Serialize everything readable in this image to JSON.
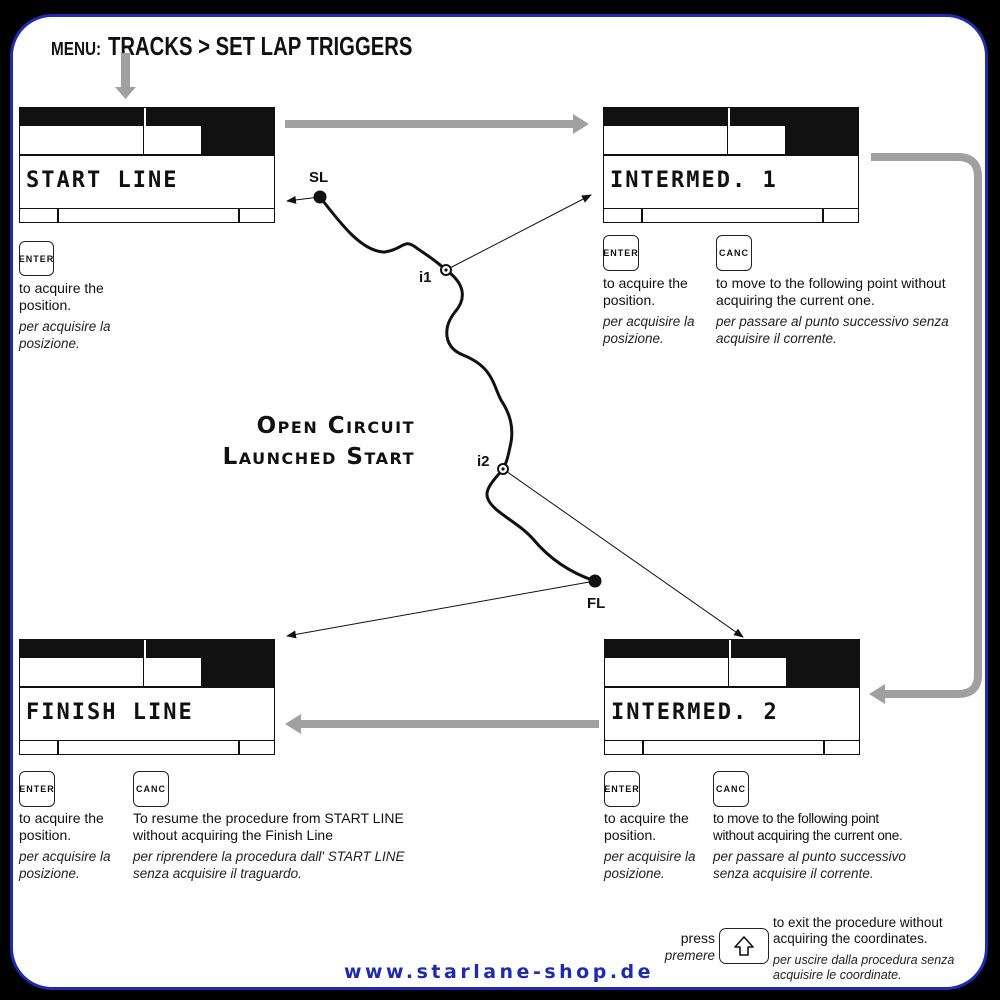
{
  "menu": {
    "prefix": "MENU:",
    "path": "TRACKS > SET LAP TRIGGERS"
  },
  "screens": {
    "start": "START LINE",
    "int1": "INTERMED. 1",
    "int2": "INTERMED. 2",
    "finish": "FINISH LINE"
  },
  "keys": {
    "enter": "ENTER",
    "canc": "CANC"
  },
  "points": {
    "sl": "SL",
    "i1": "i1",
    "i2": "i2",
    "fl": "FL"
  },
  "center_title": {
    "line1": "Open Circuit",
    "line2": "Launched Start"
  },
  "instructions": {
    "start_en": "to acquire the position.",
    "start_it": "per acquisire la posizione.",
    "int1_enter_en": "to acquire the position.",
    "int1_enter_it": "per acquisire la posizione.",
    "int1_canc_en": "to move to the following point without acquiring the current one.",
    "int1_canc_it": "per passare al punto successivo senza acquisire il corrente.",
    "finish_enter_en": "to acquire the position.",
    "finish_enter_it": "per acquisire la posizione.",
    "finish_canc_en": "To resume the procedure from START LINE without acquiring the Finish Line",
    "finish_canc_it": "per riprendere la procedura dall' START LINE senza acquisire il traguardo.",
    "int2_enter_en": "to acquire the position.",
    "int2_enter_it": "per acquisire la posizione.",
    "int2_canc_en": "to move to the following point without acquiring the current one.",
    "int2_canc_it": "per passare al punto successivo senza acquisire il corrente."
  },
  "exit": {
    "press": "press",
    "premere": "premere",
    "en": "to exit the procedure without acquiring the coordinates.",
    "it": "per uscire dalla procedura senza acquisire le coordinate."
  },
  "website": "www.starlane-shop.de",
  "colors": {
    "border": "#1e2bb0",
    "arrow": "#a0a0a0",
    "ink": "#111111"
  }
}
